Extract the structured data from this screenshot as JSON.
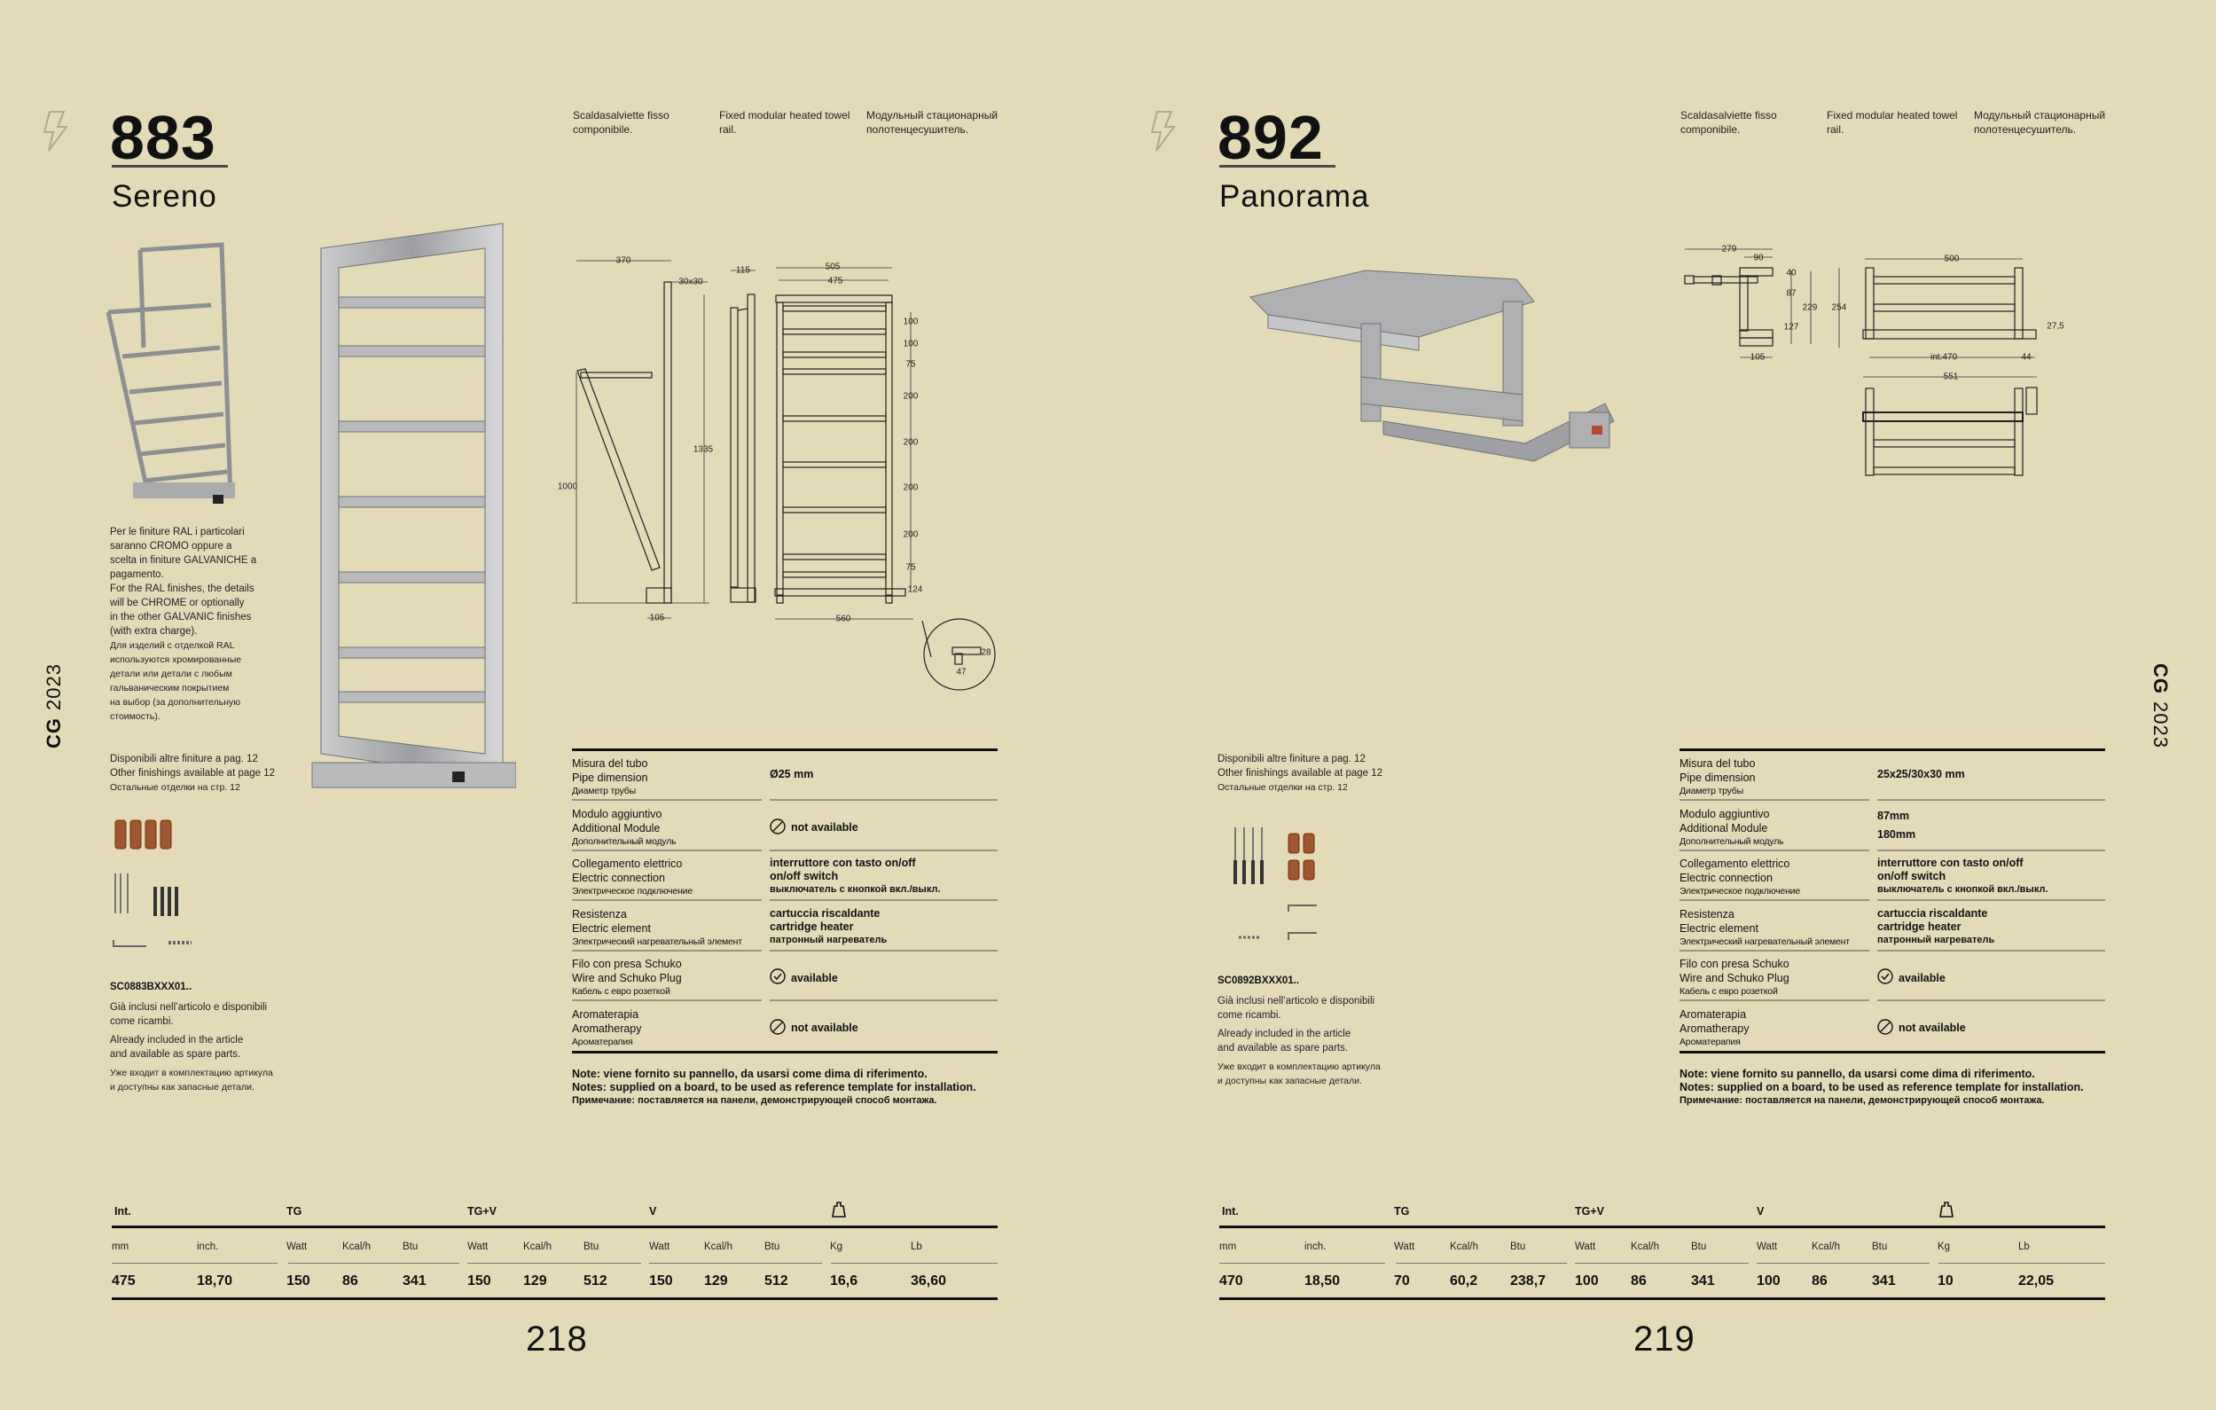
{
  "colors": {
    "background": "#e3dab8",
    "text": "#111111",
    "icon_muted": "#b4aa88",
    "copper": "#a0562e"
  },
  "pages": [
    {
      "icon": "lightning-icon",
      "code": "883",
      "name": "Sereno",
      "descriptions": [
        "Scaldasalviette fisso componibile.",
        "Fixed modular heated towel rail.",
        "Модульный стационарный полотенцесушитель."
      ],
      "finish_note": {
        "it": [
          "Per le finiture RAL i particolari",
          "saranno CROMO oppure a",
          "scelta in finiture GALVANICHE a",
          "pagamento."
        ],
        "en": [
          "For the RAL finishes, the details",
          "will be CHROME or optionally",
          "in the other GALVANIC finishes",
          "(with extra charge)."
        ],
        "ru": [
          "Для изделий с отделкой RAL",
          "используются хромированные",
          "детали или детали с любым",
          "гальваническим покрытием",
          "на выбор (за дополнительную",
          "стоимость)."
        ]
      },
      "other_finishes": [
        "Disponibili altre finiture a pag. 12",
        "Other finishings available at page 12",
        "Остальные отделки на стр. 12"
      ],
      "spare_code": "SC0883BXXX01..",
      "spare_text": {
        "it": [
          "Già inclusi nell’articolo e disponibili",
          "come ricambi."
        ],
        "en": [
          "Already included in the article",
          "and available as spare parts."
        ],
        "ru": [
          "Уже входит в комплектацию артикула",
          "и доступны как запасные детали."
        ]
      },
      "drawing_dims": [
        "370",
        "30x30",
        "1335",
        "1000",
        "105",
        "115",
        "505",
        "475",
        "100",
        "100",
        "75",
        "200",
        "200",
        "200",
        "200",
        "75",
        "124",
        "560",
        "28",
        "47"
      ],
      "specs": [
        {
          "labels": [
            "Misura del tubo",
            "Pipe dimension",
            "Диаметр трубы"
          ],
          "values": [
            "Ø25 mm"
          ],
          "status": ""
        },
        {
          "labels": [
            "Modulo aggiuntivo",
            "Additional Module",
            "Дополнительный модуль"
          ],
          "values": [
            "not available"
          ],
          "status": "not-available-icon"
        },
        {
          "labels": [
            "Collegamento elettrico",
            "Electric connection",
            "Электрическое подключение"
          ],
          "values": [
            "interruttore con tasto on/off",
            "on/off switch",
            "выключатель с кнопкой вкл./выкл."
          ],
          "status": ""
        },
        {
          "labels": [
            "Resistenza",
            "Electric element",
            "Электрический нагревательный элемент"
          ],
          "values": [
            "cartuccia riscaldante",
            "cartridge heater",
            "патронный нагреватель"
          ],
          "status": ""
        },
        {
          "labels": [
            "Filo con presa Schuko",
            "Wire and Schuko Plug",
            "Кабель с евро розеткой"
          ],
          "values": [
            "available"
          ],
          "status": "available-icon"
        },
        {
          "labels": [
            "Aromaterapia",
            "Aromatherapy",
            "Ароматерапия"
          ],
          "values": [
            "not available"
          ],
          "status": "not-available-icon"
        }
      ],
      "notes": [
        "Note: viene fornito su pannello, da usarsi come dima di riferimento.",
        "Notes: supplied on a board, to be used as reference template for installation.",
        "Примечание: поставляется на панели, демонстрирующей способ монтажа."
      ],
      "table": {
        "groups": [
          "Int.",
          "TG",
          "TG+V",
          "V"
        ],
        "weight_icon": "weight-icon",
        "units": [
          "mm",
          "inch.",
          "Watt",
          "Kcal/h",
          "Btu",
          "Watt",
          "Kcal/h",
          "Btu",
          "Watt",
          "Kcal/h",
          "Btu",
          "Kg",
          "Lb"
        ],
        "values": [
          "475",
          "18,70",
          "150",
          "86",
          "341",
          "150",
          "129",
          "512",
          "150",
          "129",
          "512",
          "16,6",
          "36,60"
        ]
      },
      "page_number": "218",
      "side_label": {
        "bold": "CG",
        "year": "2023"
      }
    },
    {
      "icon": "lightning-icon",
      "code": "892",
      "name": "Panorama",
      "descriptions": [
        "Scaldasalviette fisso componibile.",
        "Fixed modular heated towel rail.",
        "Модульный стационарный полотенцесушитель."
      ],
      "other_finishes": [
        "Disponibili altre finiture a pag. 12",
        "Other finishings available at page 12",
        "Остальные отделки на стр. 12"
      ],
      "spare_code": "SC0892BXXX01..",
      "spare_text": {
        "it": [
          "Già inclusi nell’articolo e disponibili",
          "come ricambi."
        ],
        "en": [
          "Already included in the article",
          "and available as spare parts."
        ],
        "ru": [
          "Уже входит в комплектацию артикула",
          "и доступны как запасные детали."
        ]
      },
      "drawing_dims": [
        "279",
        "90",
        "40",
        "87",
        "229",
        "254",
        "127",
        "105",
        "500",
        "27,5",
        "int.470",
        "44",
        "551"
      ],
      "specs": [
        {
          "labels": [
            "Misura del tubo",
            "Pipe dimension",
            "Диаметр трубы"
          ],
          "values": [
            "25x25/30x30 mm"
          ],
          "status": ""
        },
        {
          "labels": [
            "Modulo aggiuntivo",
            "Additional Module",
            "Дополнительный модуль"
          ],
          "values": [
            "87mm",
            "180mm"
          ],
          "status": ""
        },
        {
          "labels": [
            "Collegamento elettrico",
            "Electric connection",
            "Электрическое подключение"
          ],
          "values": [
            "interruttore con tasto on/off",
            "on/off switch",
            "выключатель с кнопкой вкл./выкл."
          ],
          "status": ""
        },
        {
          "labels": [
            "Resistenza",
            "Electric element",
            "Электрический нагревательный элемент"
          ],
          "values": [
            "cartuccia riscaldante",
            "cartridge heater",
            "патронный нагреватель"
          ],
          "status": ""
        },
        {
          "labels": [
            "Filo con presa Schuko",
            "Wire and Schuko Plug",
            "Кабель с евро розеткой"
          ],
          "values": [
            "available"
          ],
          "status": "available-icon"
        },
        {
          "labels": [
            "Aromaterapia",
            "Aromatherapy",
            "Ароматерапия"
          ],
          "values": [
            "not available"
          ],
          "status": "not-available-icon"
        }
      ],
      "notes": [
        "Note: viene fornito su pannello, da usarsi come dima di riferimento.",
        "Notes: supplied on a board, to be used as reference template for installation.",
        "Примечание: поставляется на панели, демонстрирующей способ монтажа."
      ],
      "table": {
        "groups": [
          "Int.",
          "TG",
          "TG+V",
          "V"
        ],
        "weight_icon": "weight-icon",
        "units": [
          "mm",
          "inch.",
          "Watt",
          "Kcal/h",
          "Btu",
          "Watt",
          "Kcal/h",
          "Btu",
          "Watt",
          "Kcal/h",
          "Btu",
          "Kg",
          "Lb"
        ],
        "values": [
          "470",
          "18,50",
          "70",
          "60,2",
          "238,7",
          "100",
          "86",
          "341",
          "100",
          "86",
          "341",
          "10",
          "22,05"
        ]
      },
      "page_number": "219",
      "side_label": {
        "bold": "CG",
        "year": "2023"
      }
    }
  ]
}
